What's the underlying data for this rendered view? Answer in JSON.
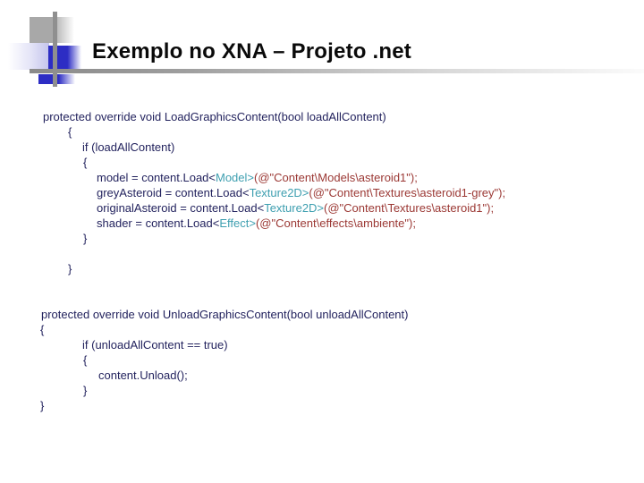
{
  "slide": {
    "title": "Exemplo no XNA – Projeto .net",
    "colors": {
      "title": "#0a0a0a",
      "code": "#23235e",
      "type": "#3e9fb0",
      "string": "#9b3834",
      "accent_blue": "#2d2dc4",
      "bar_gray": "#8f8f8f"
    },
    "code_lines": [
      {
        "indent": 48,
        "segments": [
          {
            "t": "protected override void LoadGraphicsContent(bool loadAllContent)",
            "c": "code"
          }
        ]
      },
      {
        "indent": 76,
        "segments": [
          {
            "t": "{",
            "c": "code"
          }
        ]
      },
      {
        "indent": 92,
        "segments": [
          {
            "t": "if (loadAllContent)",
            "c": "code"
          }
        ]
      },
      {
        "indent": 93,
        "segments": [
          {
            "t": "{",
            "c": "code"
          }
        ]
      },
      {
        "indent": 108,
        "segments": [
          {
            "t": "model = content.Load<",
            "c": "code"
          },
          {
            "t": "Model>",
            "c": "type"
          },
          {
            "t": "(@\"Content\\Models\\asteroid1\");",
            "c": "string"
          }
        ]
      },
      {
        "indent": 108,
        "segments": [
          {
            "t": "greyAsteroid = content.Load<",
            "c": "code"
          },
          {
            "t": "Texture2D>",
            "c": "type"
          },
          {
            "t": "(@\"Content\\Textures\\asteroid1-grey\");",
            "c": "string"
          }
        ]
      },
      {
        "indent": 108,
        "segments": [
          {
            "t": "originalAsteroid = content.Load<",
            "c": "code"
          },
          {
            "t": "Texture2D>",
            "c": "type"
          },
          {
            "t": "(@\"Content\\Textures\\asteroid1\");",
            "c": "string"
          }
        ]
      },
      {
        "indent": 108,
        "segments": [
          {
            "t": "shader = content.Load<",
            "c": "code"
          },
          {
            "t": "Effect>",
            "c": "type"
          },
          {
            "t": "(@\"Content\\effects\\ambiente\");",
            "c": "string"
          }
        ]
      },
      {
        "indent": 93,
        "segments": [
          {
            "t": "}",
            "c": "code"
          }
        ]
      },
      {
        "indent": 0,
        "segments": []
      },
      {
        "indent": 76,
        "segments": [
          {
            "t": "}",
            "c": "code"
          }
        ]
      },
      {
        "indent": 0,
        "segments": []
      },
      {
        "indent": 0,
        "segments": []
      },
      {
        "indent": 46,
        "segments": [
          {
            "t": "protected override void UnloadGraphicsContent(bool unloadAllContent)",
            "c": "code"
          }
        ]
      },
      {
        "indent": 45,
        "segments": [
          {
            "t": "{",
            "c": "code"
          }
        ]
      },
      {
        "indent": 92,
        "segments": [
          {
            "t": "if (unloadAllContent == true)",
            "c": "code"
          }
        ]
      },
      {
        "indent": 93,
        "segments": [
          {
            "t": "{",
            "c": "code"
          }
        ]
      },
      {
        "indent": 110,
        "segments": [
          {
            "t": "content.Unload();",
            "c": "code"
          }
        ]
      },
      {
        "indent": 93,
        "segments": [
          {
            "t": "}",
            "c": "code"
          }
        ]
      },
      {
        "indent": 45,
        "segments": [
          {
            "t": "}",
            "c": "code"
          }
        ]
      }
    ]
  }
}
